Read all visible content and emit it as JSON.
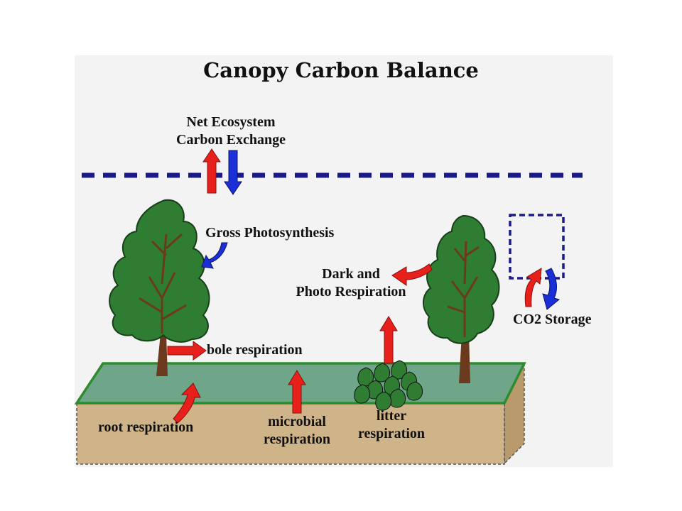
{
  "title": "Canopy Carbon Balance",
  "labels": {
    "net_exchange_line1": "Net Ecosystem",
    "net_exchange_line2": "Carbon Exchange",
    "gross_photosynthesis": "Gross Photosynthesis",
    "dark_photo_line1": "Dark and",
    "dark_photo_line2": "Photo Respiration",
    "co2_storage": "CO2 Storage",
    "bole_respiration": "bole respiration",
    "root_respiration": "root respiration",
    "microbial_line1": "microbial",
    "microbial_line2": "respiration",
    "litter_line1": "litter",
    "litter_line2": "respiration"
  },
  "colors": {
    "release_arrow": "#e8201c",
    "uptake_arrow": "#1a2fd6",
    "boundary_dash": "#1a1a8c",
    "foliage": "#2e7a2e",
    "soil": "#cfb48a",
    "ground_top": "#6fa68a"
  }
}
